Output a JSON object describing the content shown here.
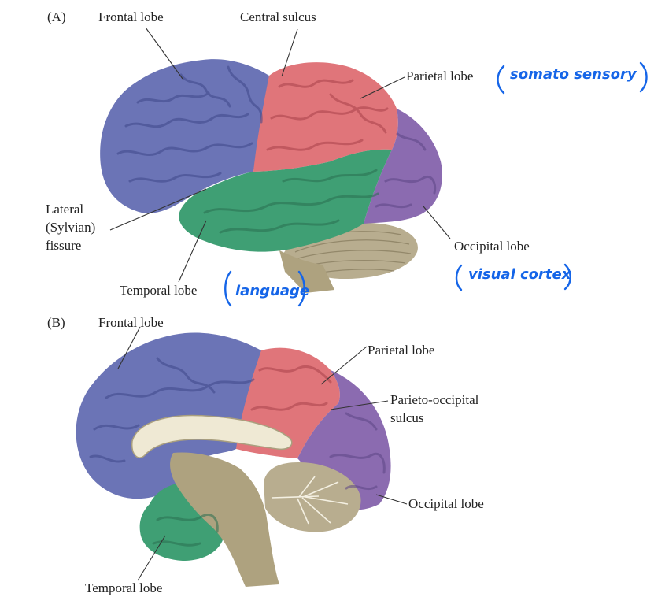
{
  "colors": {
    "frontal": "#6b74b6",
    "parietal": "#e0757a",
    "temporal": "#3f9f74",
    "occipital": "#8b6bb0",
    "cerebellum": "#b8ad8f",
    "brainstem": "#aea27f",
    "corpus_callosum": "#efe9d4",
    "annotation": "#1565e8"
  },
  "panel_a": {
    "panel_label": "(A)",
    "labels": {
      "frontal": "Frontal lobe",
      "central_sulcus": "Central sulcus",
      "parietal": "Parietal lobe",
      "lateral_1": "Lateral",
      "lateral_2": "(Sylvian)",
      "lateral_3": "fissure",
      "occipital": "Occipital lobe",
      "temporal": "Temporal lobe"
    },
    "annotations": {
      "parietal": "somato sensory",
      "occipital": "visual cortex",
      "temporal": "language"
    }
  },
  "panel_b": {
    "panel_label": "(B)",
    "labels": {
      "frontal": "Frontal lobe",
      "parietal": "Parietal lobe",
      "parieto_occipital_1": "Parieto-occipital",
      "parieto_occipital_2": "sulcus",
      "occipital": "Occipital lobe",
      "temporal": "Temporal lobe"
    }
  }
}
